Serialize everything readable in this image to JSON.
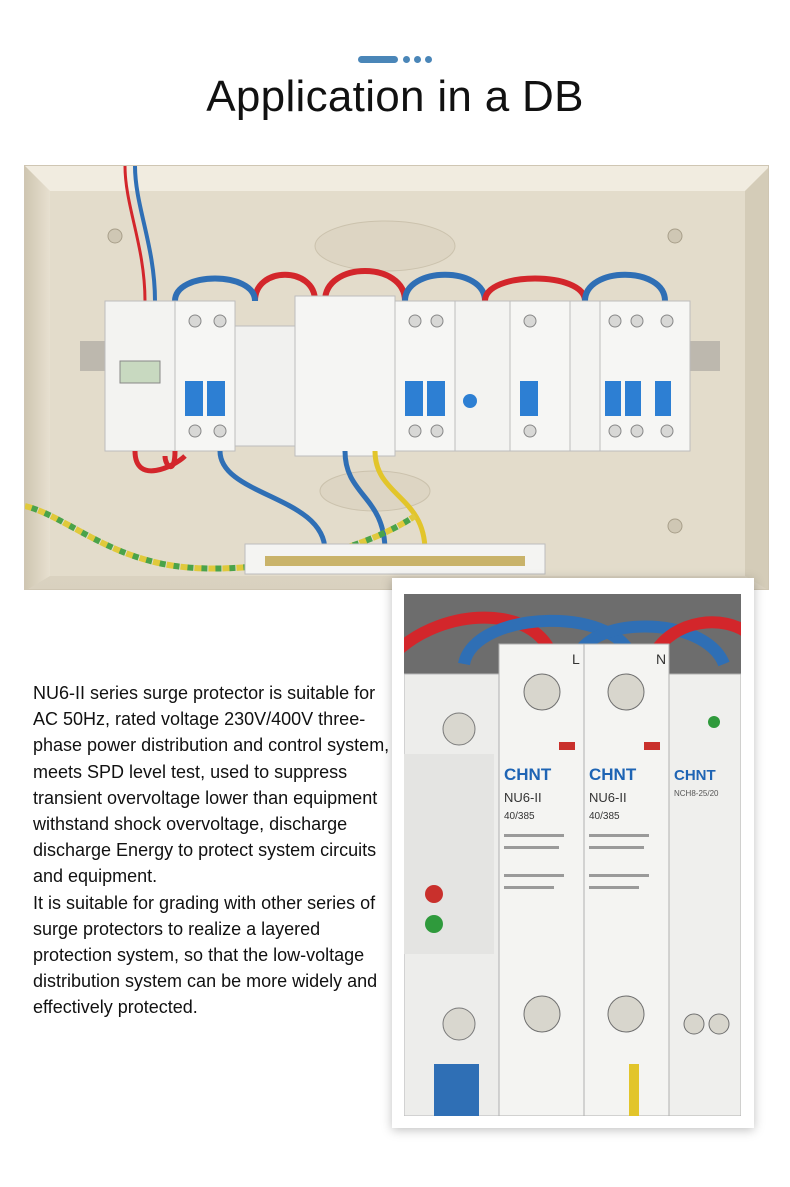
{
  "heading": "Application in a DB",
  "colors": {
    "accent": "#4a86b8"
  },
  "images": {
    "main_photo": "distribution-box-with-breakers",
    "inset_photo": "nu6-ii-surge-protector-closeup"
  },
  "brand": "CHNT",
  "product_labels": {
    "model": "NU6-II",
    "rating": "40/385",
    "neighbor_model": "NCH8-25/20",
    "terminal_l": "L",
    "terminal_n": "N"
  },
  "description": {
    "paragraph_1": "NU6-II series surge protector is suitable for AC 50Hz, rated voltage 230V/400V three-phase power distribution and control system, meets SPD level test, used to suppress transient overvoltage lower than equipment withstand shock overvoltage, discharge discharge Energy to protect system circuits and equipment.",
    "paragraph_2": "It is suitable for grading with other series of surge protectors to realize a layered protection system, so that the low-voltage distribution system can be more widely and effectively protected."
  }
}
